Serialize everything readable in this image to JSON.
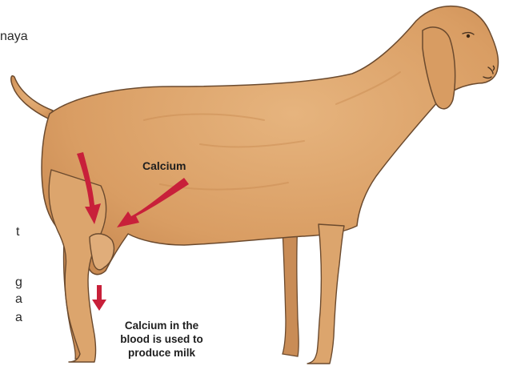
{
  "left_text_fragments": [
    "naya",
    "t",
    "g",
    "a",
    "a"
  ],
  "labels": {
    "calcium": "Calcium",
    "milk_caption": [
      "Calcium in the",
      "blood is used to",
      "produce milk"
    ]
  },
  "colors": {
    "goat_body": "#dba06a",
    "goat_outline": "#6b4a2e",
    "arrow": "#c8203a"
  }
}
